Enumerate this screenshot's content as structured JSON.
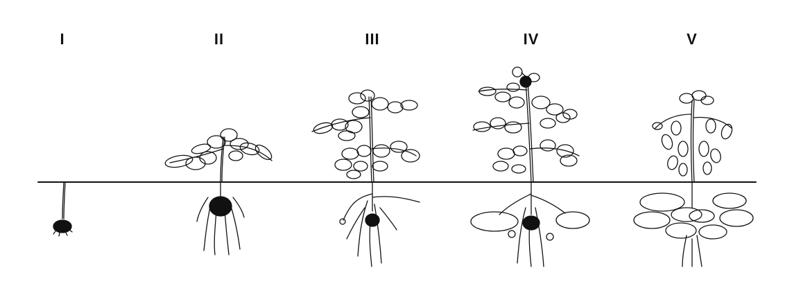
{
  "stages": [
    {
      "label": "I"
    },
    {
      "label": "II"
    },
    {
      "label": "III"
    },
    {
      "label": "IV"
    },
    {
      "label": "V"
    }
  ]
}
